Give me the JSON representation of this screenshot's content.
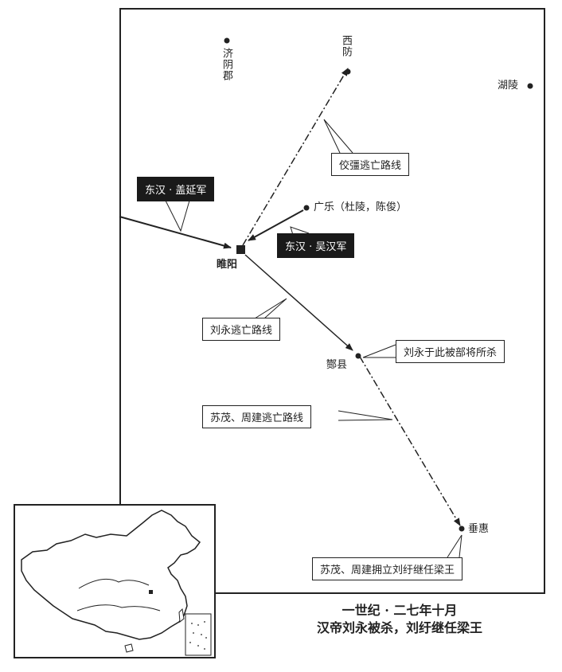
{
  "places": {
    "jiyin": "济阴郡",
    "xifang": "西防",
    "huling": "湖陵",
    "guangle": "广乐（杜陵，陈俊）",
    "suiyang": "睢阳",
    "zanxian": "酂县",
    "chuihui": "垂惠"
  },
  "forces": {
    "gai_yan": "东汉 · 盖延军",
    "wu_han": "东汉 · 吴汉军"
  },
  "annotations": {
    "jiaoqiang_route": "佼彊逃亡路线",
    "liuyong_route": "刘永逃亡路线",
    "liuyong_killed": "刘永于此被部将所杀",
    "sumao_route": "苏茂、周建逃亡路线",
    "sumao_crown": "苏茂、周建拥立刘纡继任梁王"
  },
  "caption": {
    "line1": "一世纪 · 二七年十月",
    "line2": "汉帝刘永被杀，刘纡继任梁王"
  },
  "colors": {
    "ink": "#222222",
    "dark_box": "#1a1a1a",
    "land_fill": "#ffffff"
  }
}
